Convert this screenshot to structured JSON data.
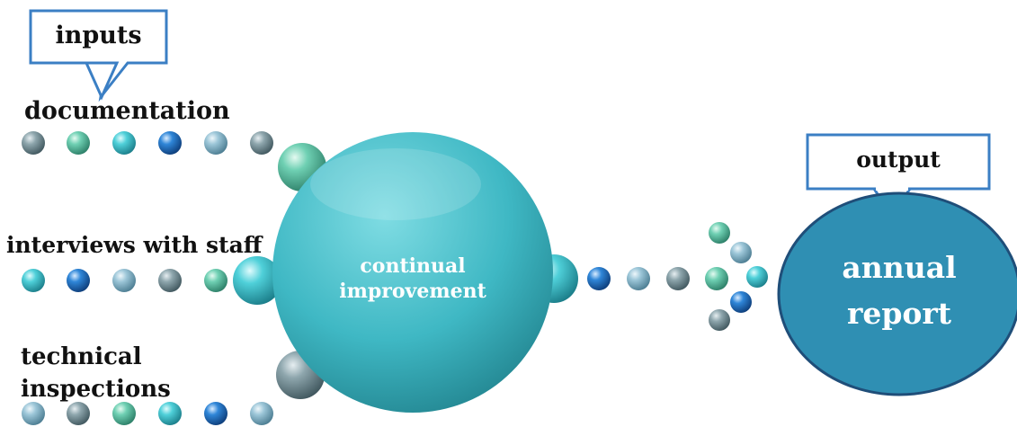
{
  "callouts": {
    "inputs": "inputs",
    "output": "output"
  },
  "inputs": {
    "documentation": "documentation",
    "interviews": "interviews with staff",
    "technical_line1": "technical",
    "technical_line2": "inspections"
  },
  "hub": {
    "line1": "continual",
    "line2": "improvement"
  },
  "result": {
    "line1": "annual",
    "line2": "report"
  },
  "colors": {
    "hub": "#3fb8c4",
    "output": "#2f8fb3",
    "output_border": "#1f4e79",
    "callout_border": "#3b7fc4",
    "bead_gray": "#6b8791",
    "bead_green": "#5dc2a6",
    "bead_teal": "#3ec6cf",
    "bead_blue": "#1e6fc2",
    "bead_lightblue": "#7fb3cc"
  }
}
